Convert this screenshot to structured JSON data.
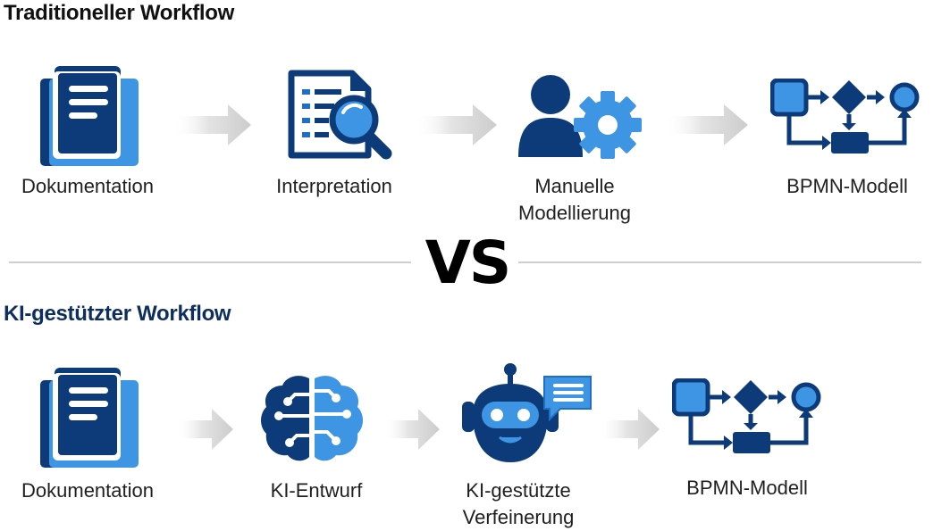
{
  "traditional": {
    "title": "Traditioneller Workflow",
    "steps": [
      {
        "label": "Dokumentation",
        "icon": "documents-icon"
      },
      {
        "label": "Interpretation",
        "icon": "document-search-icon"
      },
      {
        "label": "Manuelle\nModellierung",
        "icon": "user-gear-icon"
      },
      {
        "label": "BPMN-Modell",
        "icon": "bpmn-diagram-icon"
      }
    ]
  },
  "versus": {
    "text": "VS"
  },
  "ai": {
    "title": "KI-gestützter Workflow",
    "steps": [
      {
        "label": "Dokumentation",
        "icon": "documents-icon"
      },
      {
        "label": "KI-Entwurf",
        "icon": "ai-brain-icon"
      },
      {
        "label": "KI-gestützte\nVerfeinerung",
        "icon": "robot-chat-icon"
      },
      {
        "label": "BPMN-Modell",
        "icon": "bpmn-diagram-icon"
      }
    ]
  },
  "colors": {
    "dark_blue": "#0d3b7a",
    "mid_blue": "#1f6fc4",
    "light_blue": "#3d95e3",
    "arrow_gray": "#cfcfcf",
    "heading_ai": "#0d2e5e"
  }
}
